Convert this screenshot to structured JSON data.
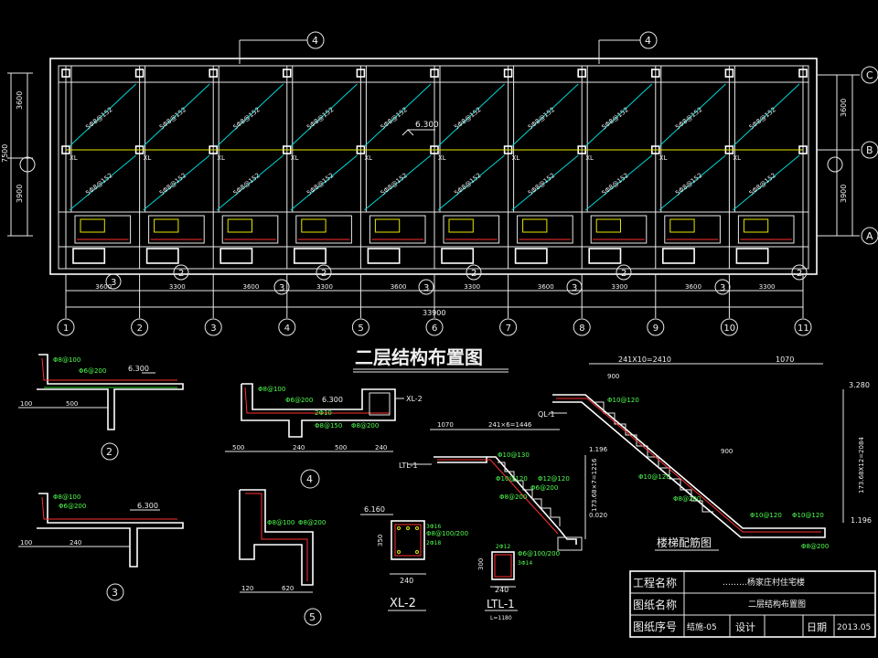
{
  "drawing": {
    "title": "二层结构布置图",
    "stair_title": "楼梯配筋图",
    "level_main": "6.300",
    "slab_label": "5Φ8@152",
    "beam_label": "XL",
    "grid_axes": [
      "1",
      "2",
      "3",
      "4",
      "5",
      "6",
      "7",
      "8",
      "9",
      "10",
      "11"
    ],
    "row_axes": [
      "C",
      "B",
      "A"
    ],
    "bottom_spans": [
      "3600",
      "3300",
      "3600",
      "3300",
      "3600",
      "3300",
      "3600",
      "3300",
      "3600",
      "3300"
    ],
    "total_span": "33900",
    "left_dims": [
      "3600",
      "3900",
      "7500"
    ],
    "section_callouts": [
      "4",
      "4",
      "3",
      "2",
      "3",
      "2",
      "3",
      "2",
      "3",
      "2",
      "3",
      "2"
    ]
  },
  "details": {
    "d2": {
      "num": "2",
      "level": "6.300",
      "bars": [
        "Φ8@100",
        "Φ6@200"
      ],
      "dims": [
        "100",
        "500"
      ]
    },
    "d3": {
      "num": "3",
      "level": "6.300",
      "bars": [
        "Φ8@100",
        "Φ6@200"
      ],
      "dims": [
        "100",
        "240"
      ]
    },
    "d4": {
      "num": "4",
      "level": "6.300",
      "bars": [
        "Φ8@100",
        "Φ6@200",
        "2Φ10",
        "Φ8@150",
        "Φ8@200"
      ],
      "tag": "XL-2",
      "dims": [
        "500",
        "240",
        "500",
        "240"
      ]
    },
    "d5": {
      "num": "5",
      "bars": [
        "Φ8@100",
        "Φ8@200"
      ],
      "dims": [
        "120",
        "620"
      ]
    },
    "xl2": {
      "title": "XL-2",
      "level": "6.160",
      "width": "240",
      "height": "350",
      "bars": [
        "Φ8@100/200",
        "3Φ16",
        "2Φ18"
      ]
    },
    "ltl1": {
      "title": "LTL-1",
      "width": "240",
      "height": "300",
      "bars": [
        "Φ6@100/200",
        "2Φ12",
        "3Φ14"
      ],
      "note": "L=1180"
    },
    "ql1": {
      "tag": "QL-1"
    },
    "stair1": {
      "tag": "LTL-1",
      "spans": [
        "1070",
        "241×6=1446"
      ],
      "rise": "173.68×7=1216",
      "levels": [
        "1.196",
        "0.020"
      ],
      "bars": [
        "Φ10@130",
        "Φ12@120",
        "Φ10@120",
        "Φ6@200",
        "Φ8@200"
      ]
    },
    "stair2": {
      "spans": [
        "241X10=2410",
        "1070",
        "900",
        "900"
      ],
      "rise": "173.68X12=2084",
      "levels": [
        "3.280",
        "1.196"
      ],
      "bars": [
        "Φ10@120",
        "Φ10@120",
        "Φ8@200",
        "Φ10@120",
        "Φ10@120",
        "Φ8@200"
      ]
    }
  },
  "title_block": {
    "project_label": "工程名称",
    "project_value": "………杨家庄村住宅楼",
    "drawing_label": "图纸名称",
    "drawing_value": "二层结构布置图",
    "sheet_label": "图纸序号",
    "sheet_value": "结施-05",
    "design_label": "设计",
    "date_label": "日期",
    "date_value": "2013.05"
  }
}
